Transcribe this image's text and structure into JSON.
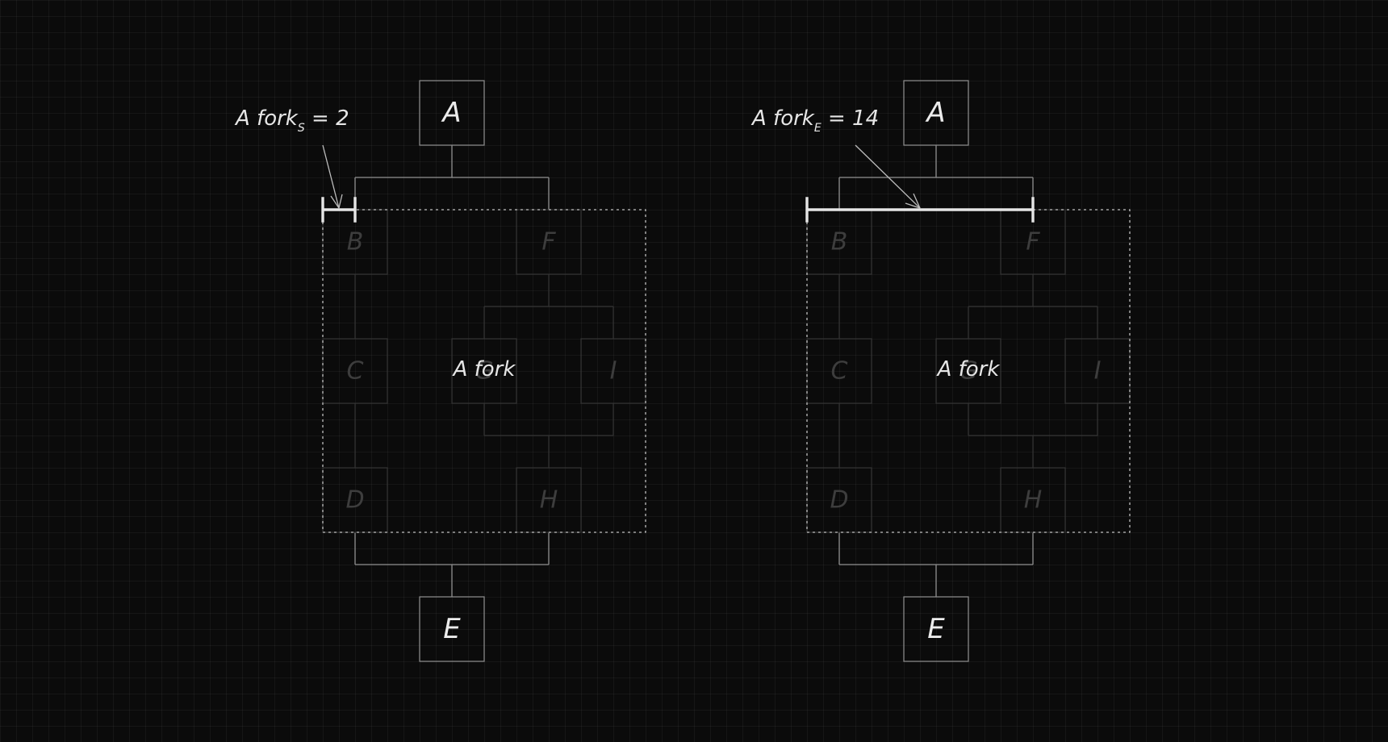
{
  "diagrams": [
    {
      "nodes": {
        "A": "A",
        "B": "B",
        "C": "C",
        "D": "D",
        "E": "E",
        "F": "F",
        "G": "G",
        "H": "H",
        "I": "I"
      },
      "fork_label": "A fork",
      "annotation": {
        "prefix": "A fork",
        "subscript": "S",
        "suffix": " = 2"
      }
    },
    {
      "nodes": {
        "A": "A",
        "B": "B",
        "C": "C",
        "D": "D",
        "E": "E",
        "F": "F",
        "G": "G",
        "H": "H",
        "I": "I"
      },
      "fork_label": "A fork",
      "annotation": {
        "prefix": "A fork",
        "subscript": "E",
        "suffix": " = 14"
      }
    }
  ]
}
